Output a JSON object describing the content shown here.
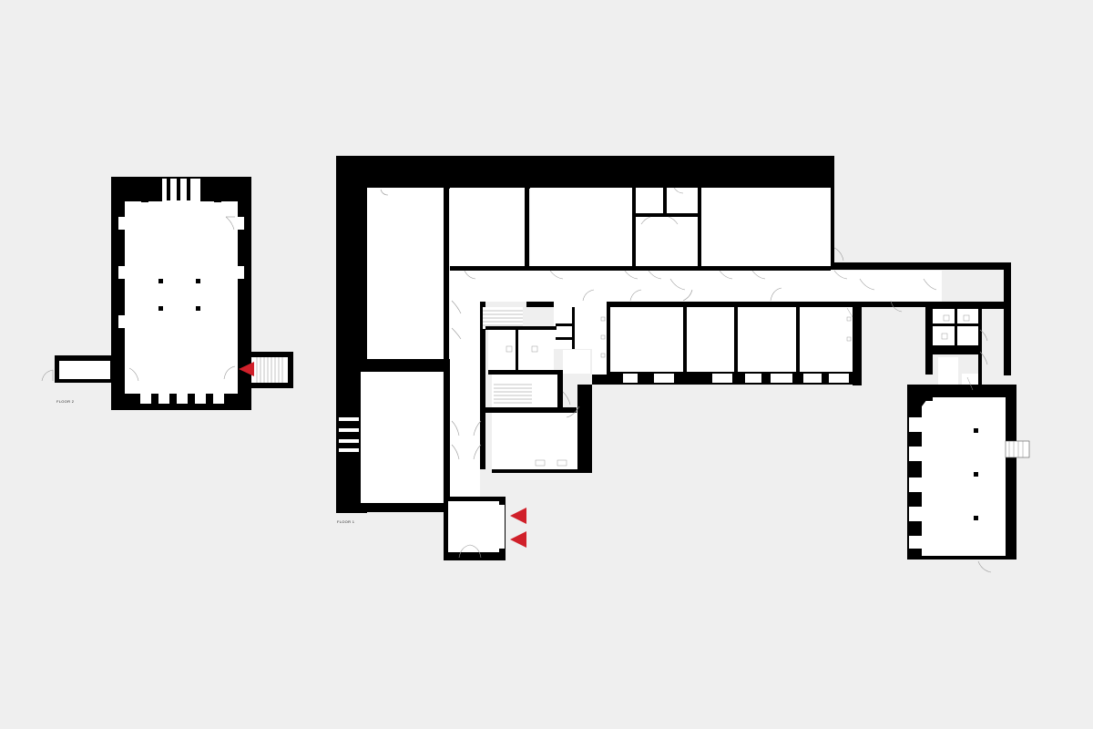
{
  "colors": {
    "background": "#efefef",
    "wall": "#000000",
    "room": "#ffffff",
    "fixture_line": "#9a9a9a",
    "entrance_marker": "#d0202a"
  },
  "floors": [
    {
      "id": "floor-2",
      "label": "FLOOR 2"
    },
    {
      "id": "floor-1",
      "label": "FLOOR 1"
    }
  ],
  "markers": [
    {
      "icon": "entrance-arrow-icon",
      "direction": "left",
      "floor": "floor-2"
    },
    {
      "icon": "entrance-arrow-icon",
      "direction": "left",
      "floor": "floor-1"
    },
    {
      "icon": "entrance-arrow-icon",
      "direction": "left",
      "floor": "floor-1"
    }
  ]
}
